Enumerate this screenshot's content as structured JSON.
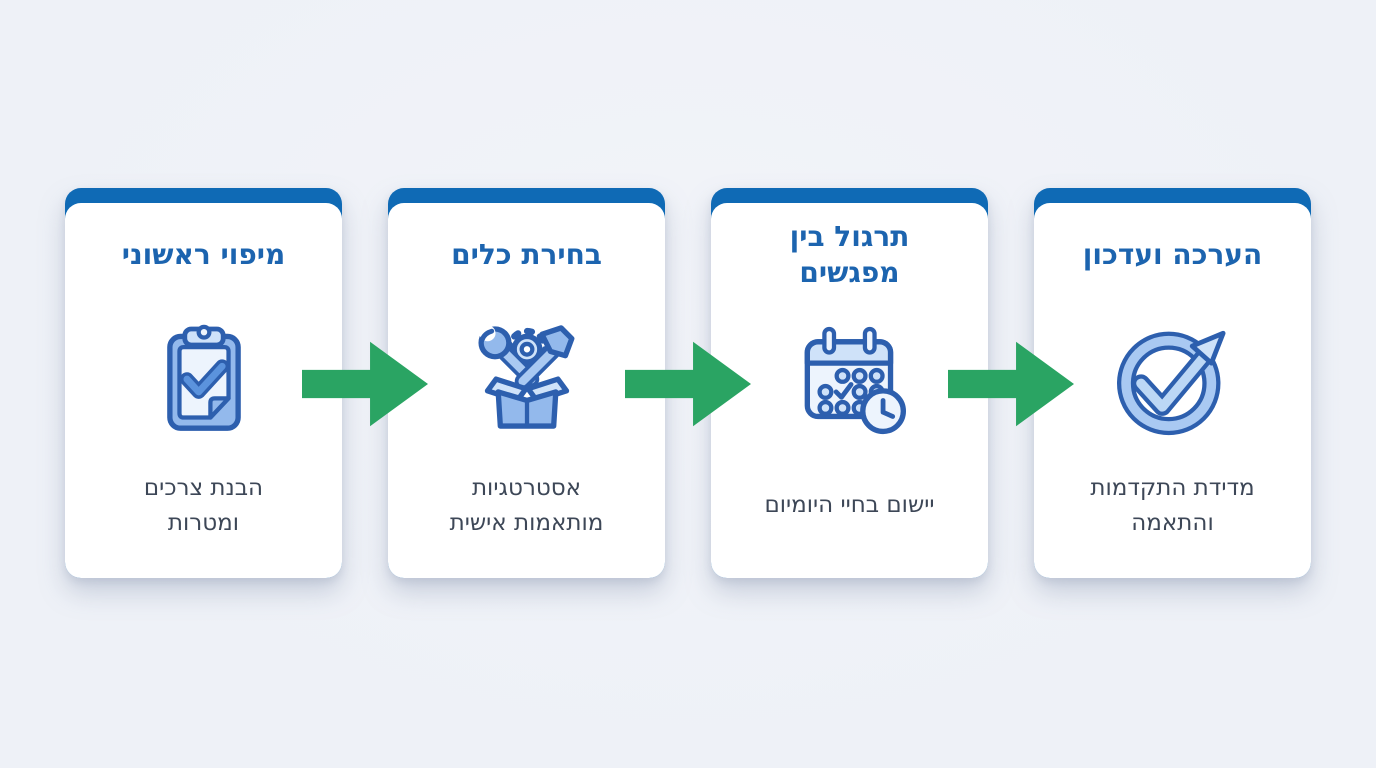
{
  "colors": {
    "page_bg": "#eef1f7",
    "header_blue": "#0f6ab5",
    "title_blue": "#1c64af",
    "subtitle_gray": "#3d4757",
    "arrow_green": "#2aa463",
    "card_bg": "#ffffff",
    "icon_stroke": "#2d5fae",
    "icon_mid": "#93b9ec",
    "icon_light": "#cfe2f9",
    "icon_pale": "#edf4fd"
  },
  "diagram": {
    "direction": "left-to-right",
    "step_count": 4
  },
  "steps": [
    {
      "title": "מיפוי ראשוני",
      "subtitle": "הבנת צרכים ומטרות",
      "icon": "clipboard-check-icon"
    },
    {
      "title": "בחירת כלים",
      "subtitle": "אסטרטגיות מותאמות אישית",
      "icon": "toolbox-icon"
    },
    {
      "title": "תרגול בין מפגשים",
      "subtitle": "יישום בחיי היומיום",
      "icon": "calendar-clock-icon"
    },
    {
      "title": "הערכה ועדכון",
      "subtitle": "מדידת התקדמות והתאמה",
      "icon": "progress-check-icon"
    }
  ]
}
